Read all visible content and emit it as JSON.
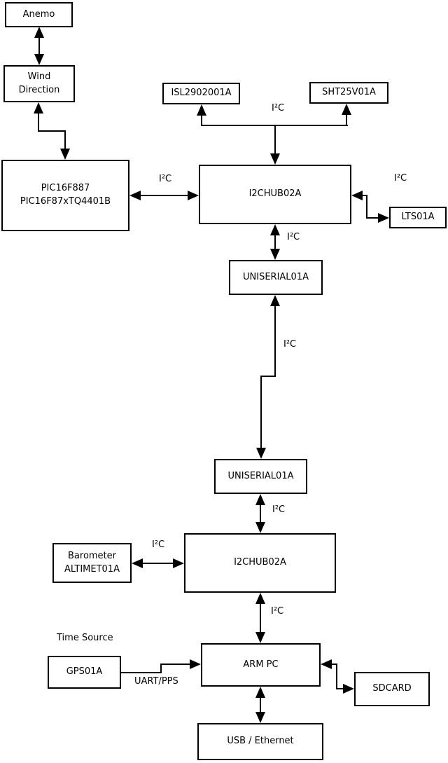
{
  "boxes": {
    "anemo": {
      "label": "Anemo"
    },
    "wind_direction": {
      "line1": "Wind",
      "line2": "Direction"
    },
    "pic": {
      "line1": "PIC16F887",
      "line2": "PIC16F87xTQ4401B"
    },
    "isl": {
      "label": "ISL2902001A"
    },
    "sht": {
      "label": "SHT25V01A"
    },
    "i2chub_top": {
      "label": "I2CHUB02A"
    },
    "lts": {
      "label": "LTS01A"
    },
    "uniserial_top": {
      "label": "UNISERIAL01A"
    },
    "uniserial_bottom": {
      "label": "UNISERIAL01A"
    },
    "i2chub_bottom": {
      "label": "I2CHUB02A"
    },
    "barometer": {
      "line1": "Barometer",
      "line2": "ALTIMET01A"
    },
    "arm_pc": {
      "label": "ARM PC"
    },
    "gps": {
      "label": "GPS01A"
    },
    "sdcard": {
      "label": "SDCARD"
    },
    "usb_ethernet": {
      "label": "USB / Ethernet"
    }
  },
  "edge_labels": {
    "bus_top": "I²C",
    "pic_hub": "I²C",
    "hub_lts": "I²C",
    "hub1_uniserial1": "I²C",
    "uniserial_link": "I²C",
    "uniserial2_hub2": "I²C",
    "barometer_hub2": "I²C",
    "hub2_armpc": "I²C",
    "time_source": "Time Source",
    "uart_pps": "UART/PPS"
  },
  "colors": {
    "line": "#000000",
    "box_border": "#000000",
    "box_fill": "#ffffff",
    "background": "#ffffff"
  }
}
